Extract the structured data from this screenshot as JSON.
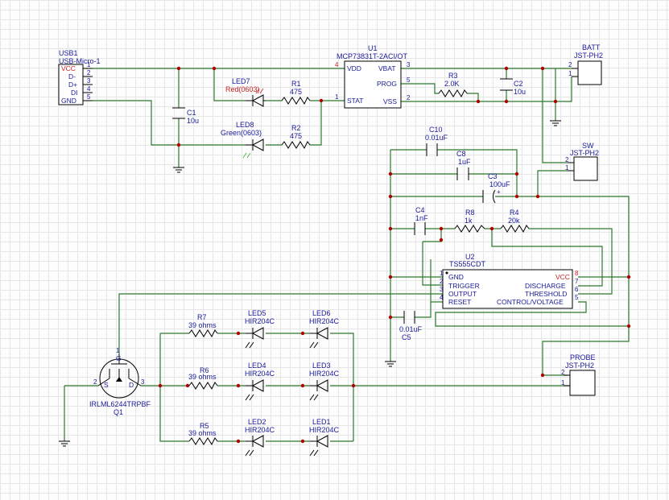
{
  "usb": {
    "ref": "USB1",
    "value": "USB-Micro-1",
    "pins": [
      "VCC",
      "D-",
      "D+",
      "DI",
      "GND"
    ],
    "nums": [
      "1",
      "2",
      "3",
      "4",
      "5"
    ]
  },
  "u1": {
    "ref": "U1",
    "value": "MCP73831T-2ACI/OT",
    "pins": {
      "vdd": "VDD",
      "stat": "STAT",
      "vbat": "VBAT",
      "prog": "PROG",
      "vss": "VSS"
    },
    "nums": {
      "vdd": "4",
      "stat": "1",
      "vbat": "3",
      "prog": "5",
      "vss": "2"
    }
  },
  "u2": {
    "ref": "U2",
    "value": "TS555CDT",
    "pins": {
      "gnd": "GND",
      "trigger": "TRIGGER",
      "output": "OUTPUT",
      "reset": "RESET",
      "vcc": "VCC",
      "discharge": "DISCHARGE",
      "threshold": "THRESHOLD",
      "control": "CONTROL/VOLTAGE"
    },
    "nums": {
      "gnd": "1",
      "trigger": "2",
      "output": "3",
      "reset": "4",
      "vcc": "8",
      "discharge": "7",
      "threshold": "6",
      "control": "5"
    }
  },
  "q1": {
    "value": "IRLML6244TRPBF",
    "ref": "Q1",
    "g": "G",
    "s": "S",
    "d": "D",
    "n1": "1",
    "n2": "2",
    "n3": "3"
  },
  "c1": {
    "ref": "C1",
    "value": "10u"
  },
  "c2": {
    "ref": "C2",
    "value": "10u"
  },
  "c3": {
    "ref": "C3",
    "value": "100uF"
  },
  "c4": {
    "ref": "C4",
    "value": "1nF"
  },
  "c5": {
    "ref": "C5",
    "value": "0.01uF"
  },
  "c8": {
    "ref": "C8",
    "value": "1uF"
  },
  "c10": {
    "ref": "C10",
    "value": "0.01uF"
  },
  "r1": {
    "ref": "R1",
    "value": "475"
  },
  "r2": {
    "ref": "R2",
    "value": "475"
  },
  "r3": {
    "ref": "R3",
    "value": "2.0K"
  },
  "r4": {
    "ref": "R4",
    "value": "20k"
  },
  "r5": {
    "ref": "R5",
    "value": "39 ohms"
  },
  "r6": {
    "ref": "R6",
    "value": "39 ohms"
  },
  "r7": {
    "ref": "R7",
    "value": "39 ohms"
  },
  "r8": {
    "ref": "R8",
    "value": "1k"
  },
  "led7": {
    "ref": "LED7",
    "value": "Red(0603)"
  },
  "led8": {
    "ref": "LED8",
    "value": "Green(0603)"
  },
  "led1": {
    "ref": "LED1",
    "value": "HIR204C"
  },
  "led2": {
    "ref": "LED2",
    "value": "HIR204C"
  },
  "led3": {
    "ref": "LED3",
    "value": "HIR204C"
  },
  "led4": {
    "ref": "LED4",
    "value": "HIR204C"
  },
  "led5": {
    "ref": "LED5",
    "value": "HIR204C"
  },
  "led6": {
    "ref": "LED6",
    "value": "HIR204C"
  },
  "batt": {
    "ref": "BATT",
    "value": "JST-PH2",
    "n1": "1",
    "n2": "2"
  },
  "sw": {
    "ref": "SW",
    "value": "JST-PH2",
    "n1": "1",
    "n2": "2"
  },
  "probe": {
    "ref": "PROBE",
    "value": "JST-PH2",
    "n1": "1",
    "n2": "2"
  },
  "colors": {
    "wire": "#2d7a2d",
    "label": "#1a1a9a",
    "pin_highlight": "#cc2020",
    "junction": "#b00000",
    "grid": "#e6e6e6"
  }
}
